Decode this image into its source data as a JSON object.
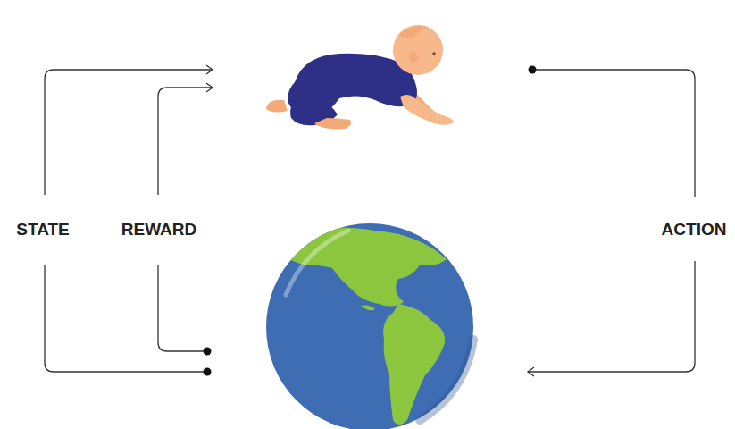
{
  "diagram": {
    "labels": [
      "STATE",
      "REWARD",
      "ACTION"
    ]
  }
}
